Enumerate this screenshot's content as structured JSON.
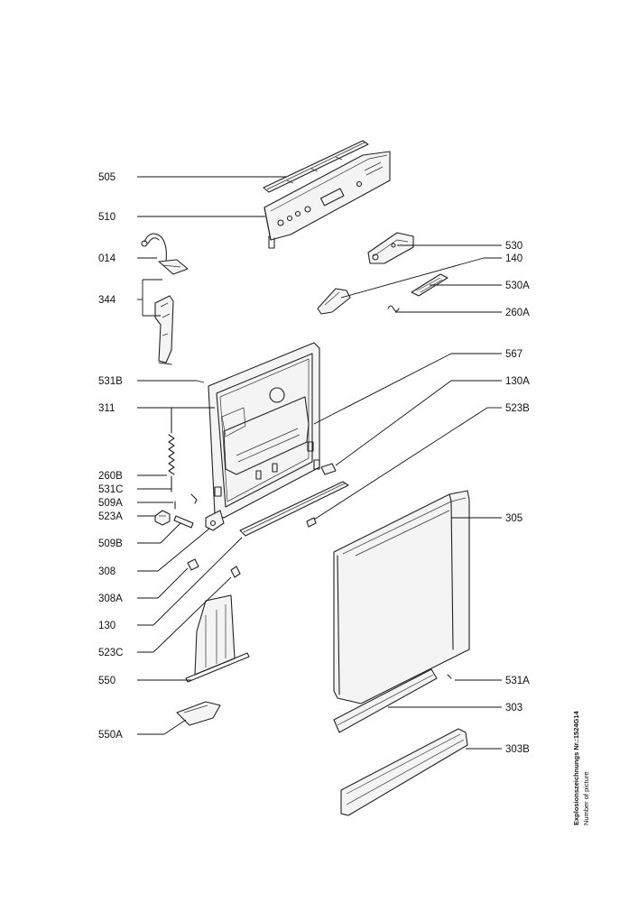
{
  "callouts_left": [
    "505",
    "510",
    "014",
    "344",
    "531B",
    "311",
    "260B",
    "531C",
    "509A",
    "523A",
    "509B",
    "308",
    "308A",
    "130",
    "523C",
    "550",
    "550A"
  ],
  "callouts_right": [
    "530",
    "140",
    "530A",
    "260A",
    "567",
    "130A",
    "523B",
    "305",
    "531A",
    "303",
    "303B"
  ],
  "side_note": {
    "line1": "Explosionszeichnungs Nr.:1524G14",
    "line2": "Number of picture"
  }
}
